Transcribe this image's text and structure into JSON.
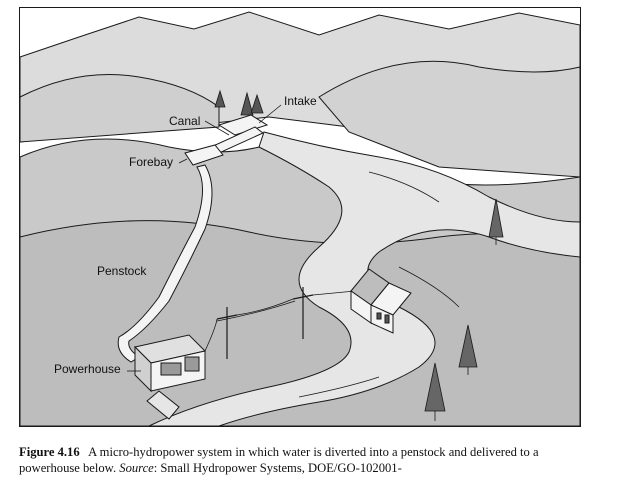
{
  "labels": {
    "intake": "Intake",
    "canal": "Canal",
    "forebay": "Forebay",
    "penstock": "Penstock",
    "powerhouse": "Powerhouse"
  },
  "caption": {
    "number": "Figure 4.16",
    "text": "A micro-hydropower system in which water is diverted into a penstock and delivered to a powerhouse below.",
    "source_label": "Source",
    "source_text": ": Small Hydropower Systems, DOE/GO-102001-"
  },
  "colors": {
    "outline": "#1a1a1a",
    "sky": "#ffffff",
    "far_hills": "#dcdcdc",
    "mid_hills": "#c9c9c9",
    "near_ground": "#bdbdbd",
    "water": "#e6e6e6",
    "structures": "#f4f4f4"
  }
}
